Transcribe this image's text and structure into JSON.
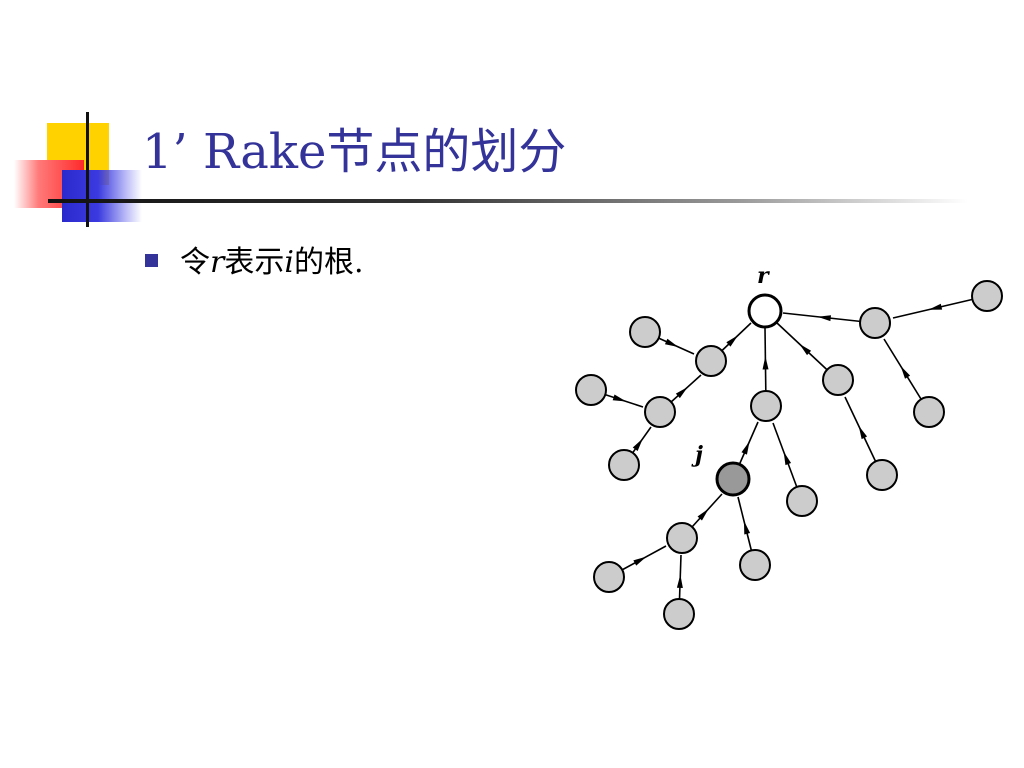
{
  "slide": {
    "title": "1’ Rake节点的划分",
    "bullet": {
      "pre": "令",
      "var_r": "r",
      "mid": "表示",
      "var_i": "i",
      "post": "的根."
    }
  },
  "diagram": {
    "label_r": "r",
    "label_j": "j",
    "colors": {
      "node_fill": "#cccccc",
      "root_fill": "#ffffff",
      "j_fill": "#999999",
      "title": "#333399"
    }
  }
}
